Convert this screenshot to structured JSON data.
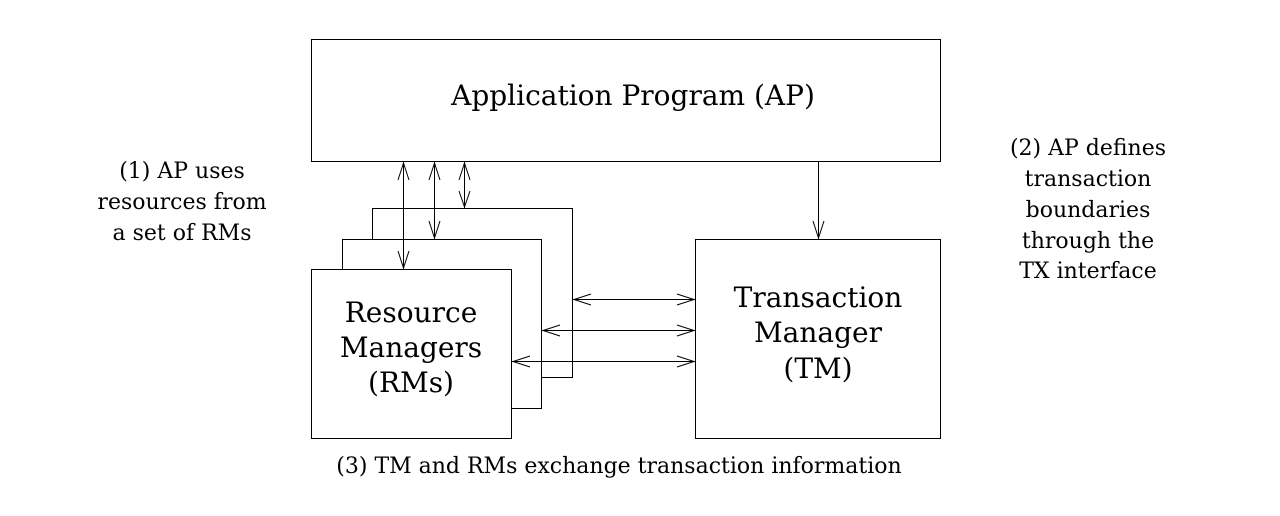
{
  "boxes": {
    "ap": {
      "label": "Application Program (AP)"
    },
    "rm": {
      "lines": [
        "Resource",
        "Managers",
        "(RMs)"
      ]
    },
    "tm": {
      "lines": [
        "Transaction",
        "Manager",
        "(TM)"
      ]
    }
  },
  "annotations": {
    "note1": {
      "lines": [
        "(1) AP uses",
        "resources from",
        "a set of RMs"
      ]
    },
    "note2": {
      "lines": [
        "(2) AP defines",
        "transaction",
        "boundaries",
        "through the",
        "TX interface"
      ]
    },
    "note3": {
      "text": "(3) TM and RMs exchange transaction information"
    }
  }
}
